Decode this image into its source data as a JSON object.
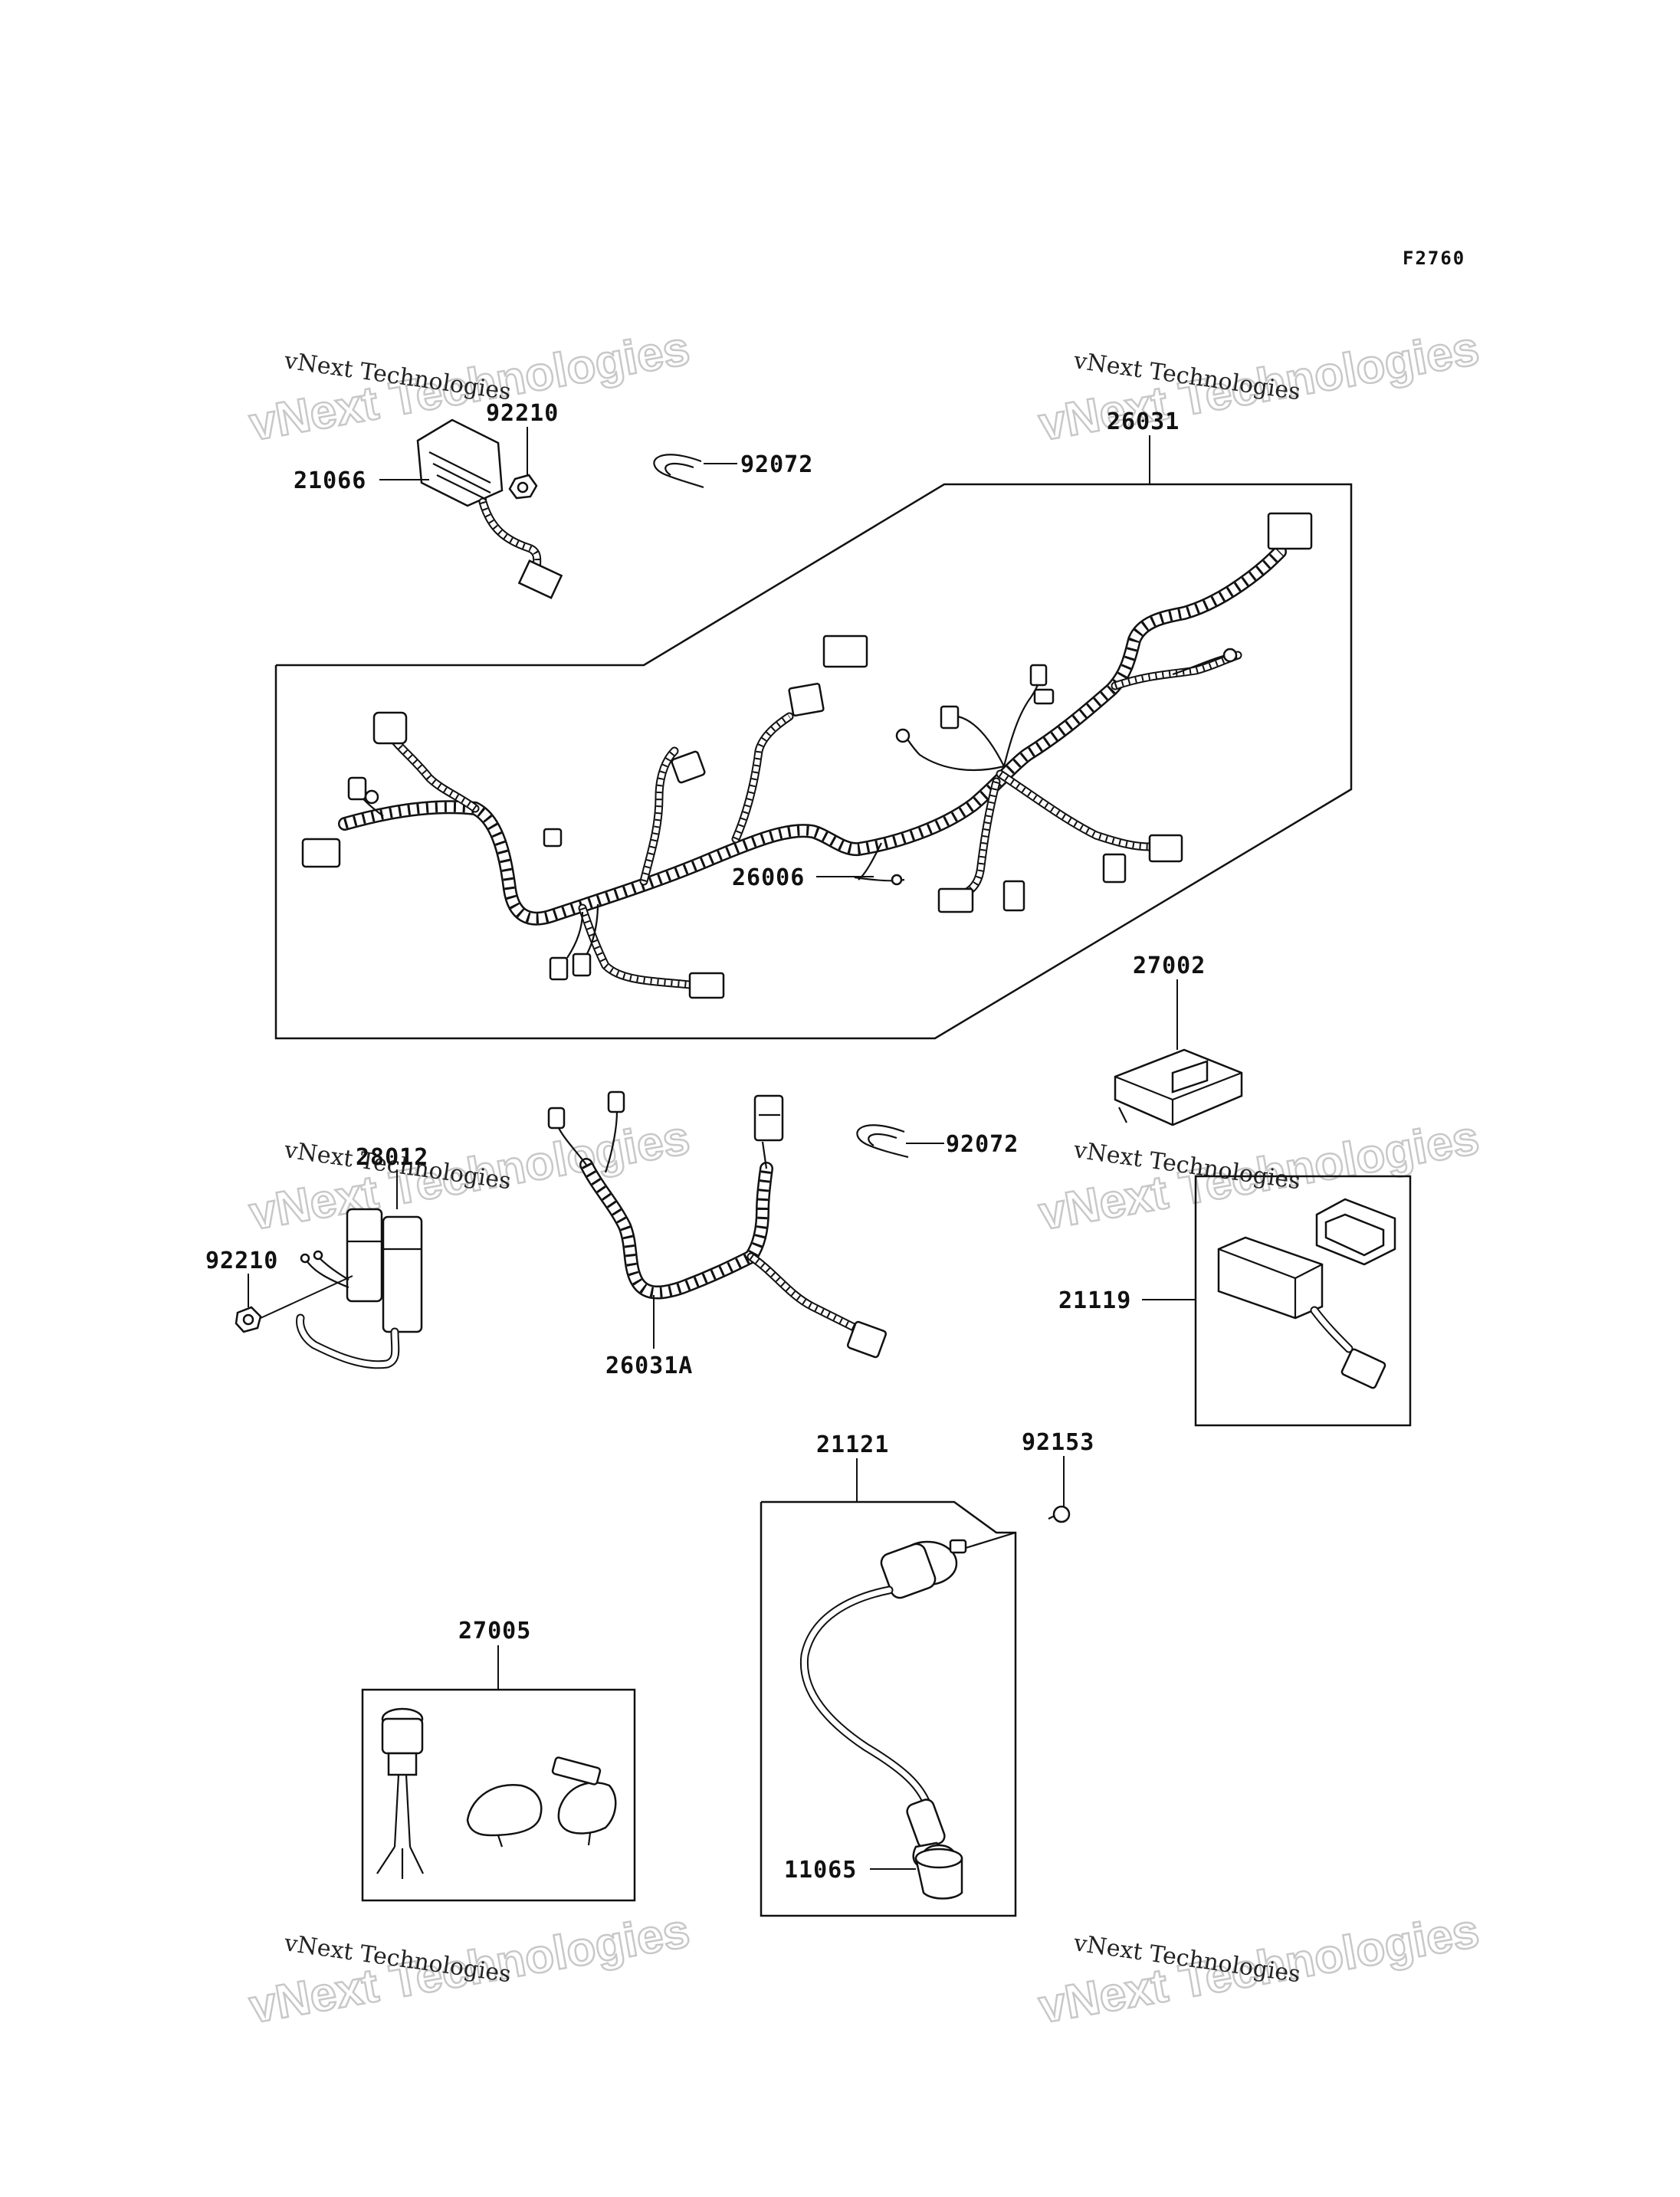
{
  "figure_code": "F2760",
  "watermark": {
    "line1": "vNext Technologies",
    "big_text": "vNext Technologies"
  },
  "parts": {
    "p21066": "21066",
    "p92210_top": "92210",
    "p92072_top": "92072",
    "p26031": "26031",
    "p26006": "26006",
    "p27002": "27002",
    "p28012": "28012",
    "p92210_mid": "92210",
    "p26031A": "26031A",
    "p92072_mid": "92072",
    "p21119": "21119",
    "p21121": "21121",
    "p92153": "92153",
    "p27005": "27005",
    "p11065": "11065"
  }
}
